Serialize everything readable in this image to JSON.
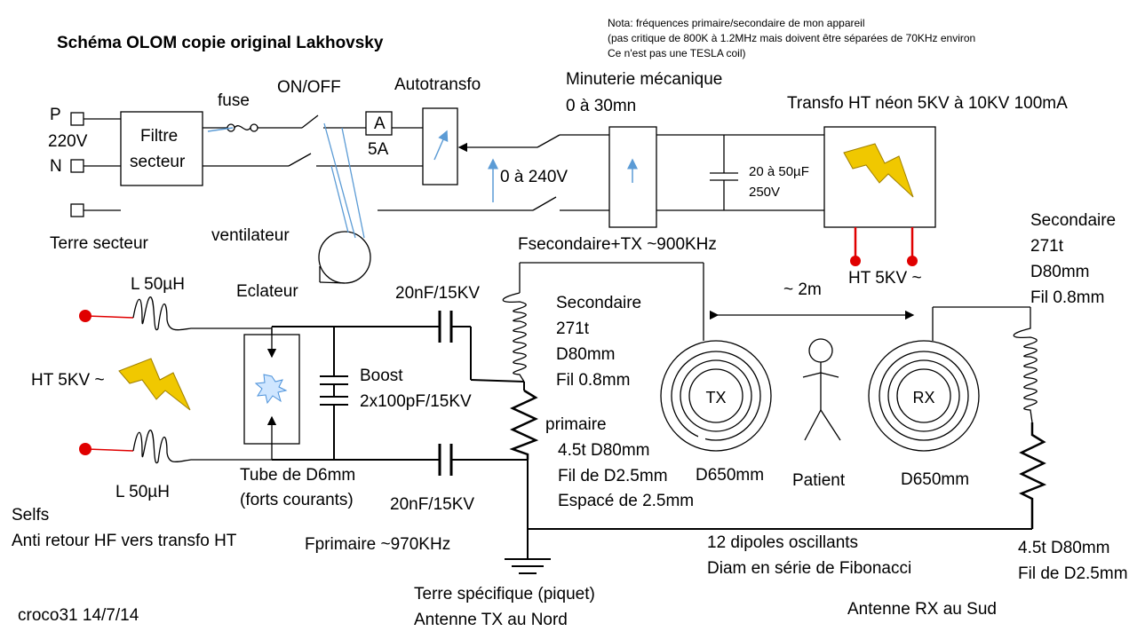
{
  "title": "Schéma OLOM copie original Lakhovsky",
  "note": {
    "line1": "Nota: fréquences primaire/secondaire de mon appareil",
    "line2": "(pas critique de 800K à 1.2MHz mais doivent être séparées de 70KHz environ",
    "line3": "Ce n'est pas une TESLA coil)"
  },
  "mains": {
    "p_label": "P",
    "voltage": "220V",
    "n_label": "N",
    "earth_label": "Terre secteur",
    "filter_line1": "Filtre",
    "filter_line2": "secteur"
  },
  "fuse_label": "fuse",
  "switch_label": "ON/OFF",
  "ammeter": {
    "symbol": "A",
    "rating": "5A"
  },
  "autotransfo_label": "Autotransfo",
  "autotransfo_range": "0 à 240V",
  "fan_label": "ventilateur",
  "timer": {
    "line1": "Minuterie mécanique",
    "line2": "0 à 30mn"
  },
  "capacitor": {
    "line1": "20 à 50µF",
    "line2": "250V"
  },
  "ht_transfo_label": "Transfo HT néon 5KV à 10KV 100mA",
  "ht_output_label": "HT 5KV ~",
  "ht_input_label": "HT 5KV ~",
  "choke_top_label": "L 50µH",
  "choke_bottom_label": "L 50µH",
  "selfs": {
    "line1": "Selfs",
    "line2": "Anti retour HF vers transfo HT"
  },
  "spark_gap_label": "Eclateur",
  "tube": {
    "line1": "Tube de D6mm",
    "line2": "(forts courants)"
  },
  "boost": {
    "line1": "Boost",
    "line2": "2x100pF/15KV"
  },
  "cap_top_label": "20nF/15KV",
  "cap_bottom_label": "20nF/15KV",
  "fsec_label": "Fsecondaire+TX ~900KHz",
  "fprim_label": "Fprimaire ~970KHz",
  "tx_secondary": {
    "line1": "Secondaire",
    "line2": "271t",
    "line3": "D80mm",
    "line4": "Fil 0.8mm"
  },
  "primary": {
    "line1": "primaire",
    "line2": "4.5t D80mm",
    "line3": "Fil de D2.5mm",
    "line4": "Espacé de 2.5mm"
  },
  "distance_label": "~ 2m",
  "tx": {
    "name": "TX",
    "diameter": "D650mm"
  },
  "rx": {
    "name": "RX",
    "diameter": "D650mm"
  },
  "patient_label": "Patient",
  "rx_secondary": {
    "line1": "Secondaire",
    "line2": "271t",
    "line3": "D80mm",
    "line4": "Fil 0.8mm"
  },
  "rx_coil": {
    "line1": "4.5t D80mm",
    "line2": "Fil de D2.5mm"
  },
  "dipoles": {
    "line1": "12 dipoles oscillants",
    "line2": "Diam  en série de Fibonacci"
  },
  "earth_specific": {
    "line1": "Terre spécifique (piquet)",
    "line2": "Antenne TX au Nord"
  },
  "rx_antenna_label": "Antenne RX au Sud",
  "author": "croco31 14/7/14",
  "colors": {
    "line": "#000000",
    "red": "#e00000",
    "bolt": "#f0c800",
    "bolt_stroke": "#a08000",
    "blue": "#5b9bd5",
    "spark": "#4a90d9"
  }
}
